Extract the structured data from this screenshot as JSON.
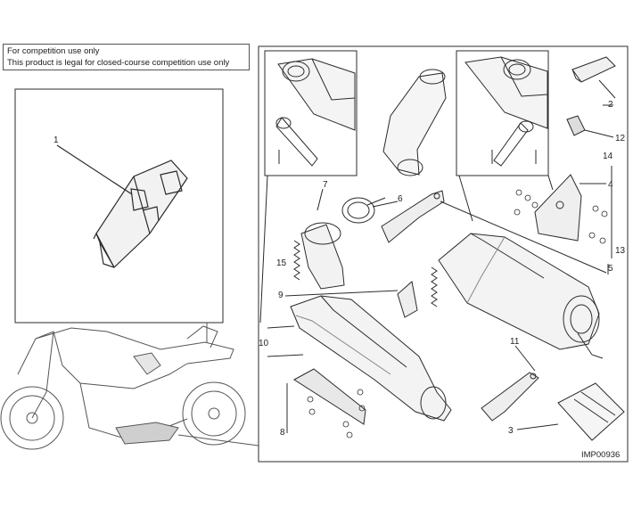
{
  "notice": {
    "line1": "For competition use only",
    "line2": "This product is legal for closed-course competition use only"
  },
  "callouts": [
    "1",
    "2",
    "3",
    "4",
    "5",
    "6",
    "7",
    "8",
    "9",
    "10",
    "11",
    "12",
    "13",
    "14",
    "15"
  ],
  "image_code": "IMP00936",
  "colors": {
    "line": "#2b2b2b",
    "fill": "#f2f2f2",
    "shade": "#9a9a9a"
  }
}
